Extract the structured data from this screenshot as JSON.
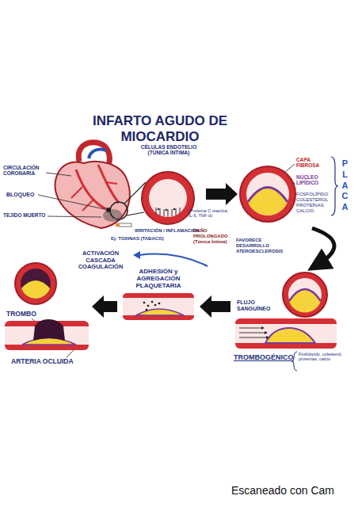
{
  "diagram": {
    "title": "INFARTO AGUDO DE MIOCARDIO",
    "nodes": [
      {
        "text": [
          "CÉLULAS ENDOTELIO (TÚNICA ÍNTIMA)"
        ]
      },
      {
        "text": [
          "CAPA FIBROSA",
          "NÚCLEO LIPÍDICO",
          "FOSFOLÍPIDO COLESTEROL PROTEÍNAS CALCIO"
        ]
      },
      {
        "text": [
          "FLUJO SANGUÍNEO",
          "TROMBOGÉNICO"
        ]
      },
      {
        "text": [
          "ADHESIÓN y AGREGACIÓN PLAQUETARIA"
        ]
      },
      {
        "text": [
          "TROMBO",
          "ARTERIA OCLUIDA"
        ]
      }
    ],
    "edges": [
      {
        "from": 0,
        "to": 1,
        "arrow": "to"
      },
      {
        "from": 1,
        "to": 2,
        "arrow": "to"
      },
      {
        "from": 2,
        "to": 3,
        "arrow": "to"
      },
      {
        "from": 3,
        "to": 4,
        "arrow": "to"
      }
    ],
    "labels": [
      "CIRCULACIÓN CORONARIA",
      "BLOQUEO",
      "TEJIDO MUERTO",
      "IRRITACIÓN / INFLAMACIÓN",
      "Ej: TOXINAS (TABACO)",
      "(Proteína C reactiva, IL-6, TNF-α)",
      "DAÑO PROLONGADO (Túnica Íntima)",
      "FAVORECE DESARROLLO ATEROESCLEROSIS",
      "PLACA",
      "Fosfolípido, colesterol, proteínas, calcio",
      "ACTIVACIÓN CASCADA COAGULACIÓN",
      "Escaneado con Cam"
    ]
  }
}
